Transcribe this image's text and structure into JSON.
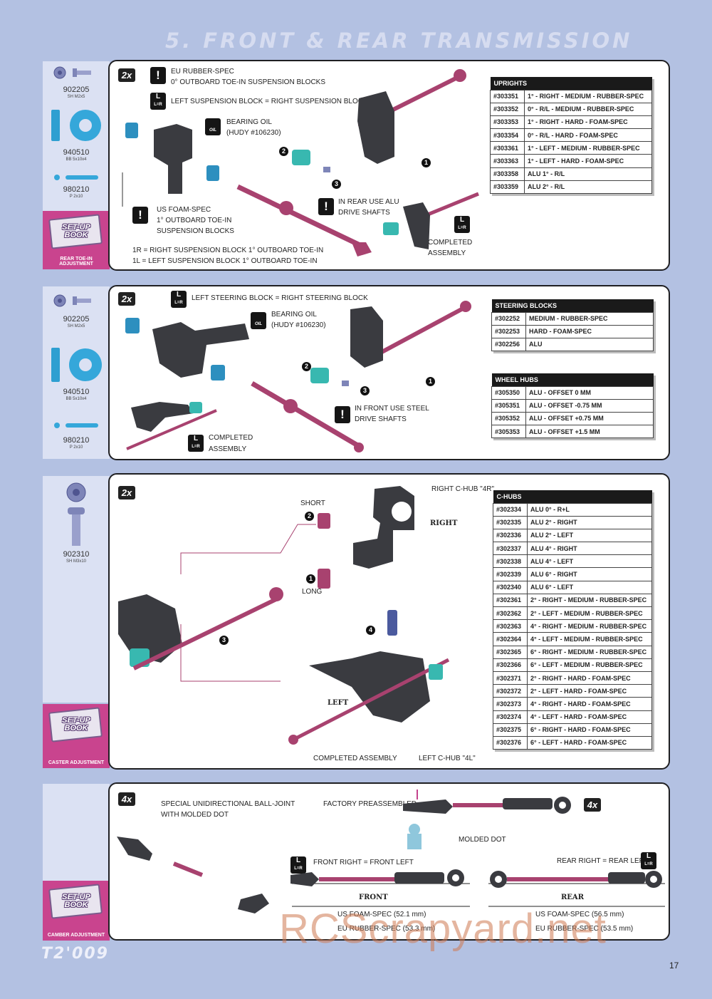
{
  "page": {
    "title": "5. FRONT & REAR TRANSMISSION",
    "page_number": "17",
    "logo": "T2'009",
    "watermark": "RCScrapyard.net"
  },
  "section1": {
    "qty": "2x",
    "parts": [
      {
        "no": "902205",
        "size": "SH M2x5"
      },
      {
        "no": "940510",
        "size": "BB 5x10x4"
      },
      {
        "no": "980210",
        "size": "P 2x10"
      }
    ],
    "setup_caption": "REAR TOE-IN ADJUSTMENT",
    "setup_book": "SET-UP BOOK",
    "notes": {
      "eu_spec": "EU RUBBER-SPEC",
      "eu_spec2": "0° OUTBOARD TOE-IN SUSPENSION BLOCKS",
      "left_right": "LEFT SUSPENSION BLOCK = RIGHT SUSPENSION BLOCK",
      "oil": "BEARING OIL",
      "oil2": "(HUDY #106230)",
      "us_spec": "US FOAM-SPEC",
      "us_spec2": "1° OUTBOARD TOE-IN",
      "us_spec3": "SUSPENSION BLOCKS",
      "rear_alu": "IN REAR USE ALU",
      "rear_alu2": "DRIVE SHAFTS",
      "completed": "COMPLETED",
      "completed2": "ASSEMBLY",
      "legend1": "1R = RIGHT SUSPENSION BLOCK 1° OUTBOARD TOE-IN",
      "legend2": "1L = LEFT SUSPENSION BLOCK 1° OUTBOARD TOE-IN"
    },
    "table_title": "UPRIGHTS",
    "table": [
      [
        "#303351",
        "1° - RIGHT - MEDIUM - RUBBER-SPEC"
      ],
      [
        "#303352",
        "0° - R/L - MEDIUM - RUBBER-SPEC"
      ],
      [
        "#303353",
        "1° - RIGHT - HARD - FOAM-SPEC"
      ],
      [
        "#303354",
        "0° - R/L - HARD - FOAM-SPEC"
      ],
      [
        "#303361",
        "1° - LEFT - MEDIUM - RUBBER-SPEC"
      ],
      [
        "#303363",
        "1° - LEFT - HARD - FOAM-SPEC"
      ],
      [
        "#303358",
        "ALU 1° - R/L"
      ],
      [
        "#303359",
        "ALU 2° - R/L"
      ]
    ]
  },
  "section2": {
    "qty": "2x",
    "parts": [
      {
        "no": "902205",
        "size": "SH M2x5"
      },
      {
        "no": "940510",
        "size": "BB 5x10x4"
      },
      {
        "no": "980210",
        "size": "P 2x10"
      }
    ],
    "notes": {
      "left_right": "LEFT STEERING BLOCK = RIGHT STEERING BLOCK",
      "oil": "BEARING OIL",
      "oil2": "(HUDY #106230)",
      "front_steel": "IN FRONT USE STEEL",
      "front_steel2": "DRIVE SHAFTS",
      "completed": "COMPLETED",
      "completed2": "ASSEMBLY"
    },
    "table1_title": "STEERING BLOCKS",
    "table1": [
      [
        "#302252",
        "MEDIUM - RUBBER-SPEC"
      ],
      [
        "#302253",
        "HARD - FOAM-SPEC"
      ],
      [
        "#302256",
        "ALU"
      ]
    ],
    "table2_title": "WHEEL HUBS",
    "table2": [
      [
        "#305350",
        "ALU - OFFSET 0 MM"
      ],
      [
        "#305351",
        "ALU - OFFSET -0.75 MM"
      ],
      [
        "#305352",
        "ALU - OFFSET +0.75 MM"
      ],
      [
        "#305353",
        "ALU - OFFSET +1.5 MM"
      ]
    ]
  },
  "section3": {
    "qty": "2x",
    "parts": [
      {
        "no": "902310",
        "size": "SH M3x10"
      }
    ],
    "setup_caption": "CASTER ADJUSTMENT",
    "setup_book": "SET-UP BOOK",
    "notes": {
      "right_chub": "RIGHT C-HUB \"4R\"",
      "right": "RIGHT",
      "short": "SHORT",
      "long": "LONG",
      "left": "LEFT",
      "completed": "COMPLETED ASSEMBLY",
      "left_chub": "LEFT C-HUB \"4L\""
    },
    "table_title": "C-HUBS",
    "table": [
      [
        "#302334",
        "ALU 0° - R+L"
      ],
      [
        "#302335",
        "ALU 2° - RIGHT"
      ],
      [
        "#302336",
        "ALU 2° - LEFT"
      ],
      [
        "#302337",
        "ALU 4° - RIGHT"
      ],
      [
        "#302338",
        "ALU 4° - LEFT"
      ],
      [
        "#302339",
        "ALU 6° - RIGHT"
      ],
      [
        "#302340",
        "ALU 6° - LEFT"
      ],
      [
        "#302361",
        "2° - RIGHT - MEDIUM - RUBBER-SPEC"
      ],
      [
        "#302362",
        "2° - LEFT - MEDIUM - RUBBER-SPEC"
      ],
      [
        "#302363",
        "4° - RIGHT - MEDIUM - RUBBER-SPEC"
      ],
      [
        "#302364",
        "4° - LEFT - MEDIUM - RUBBER-SPEC"
      ],
      [
        "#302365",
        "6° - RIGHT - MEDIUM - RUBBER-SPEC"
      ],
      [
        "#302366",
        "6° - LEFT - MEDIUM - RUBBER-SPEC"
      ],
      [
        "#302371",
        "2° - RIGHT - HARD - FOAM-SPEC"
      ],
      [
        "#302372",
        "2° - LEFT - HARD - FOAM-SPEC"
      ],
      [
        "#302373",
        "4° - RIGHT - HARD - FOAM-SPEC"
      ],
      [
        "#302374",
        "4° - LEFT - HARD - FOAM-SPEC"
      ],
      [
        "#302375",
        "6° - RIGHT - HARD - FOAM-SPEC"
      ],
      [
        "#302376",
        "6° - LEFT - HARD - FOAM-SPEC"
      ]
    ]
  },
  "section4": {
    "qty": "4x",
    "qty2": "4x",
    "setup_caption": "CAMBER ADJUSTMENT",
    "setup_book": "SET-UP BOOK",
    "notes": {
      "special": "SPECIAL UNIDIRECTIONAL BALL-JOINT",
      "special2": "WITH MOLDED DOT",
      "factory": "FACTORY PREASSEMBLED",
      "molded": "MOLDED DOT",
      "front_eq": "FRONT RIGHT = FRONT LEFT",
      "rear_eq": "REAR RIGHT = REAR LEFT",
      "front": "FRONT",
      "rear": "REAR",
      "front_us": "US FOAM-SPEC (52.1 mm)",
      "front_eu": "EU RUBBER-SPEC (53.3 mm)",
      "rear_us": "US FOAM-SPEC (56.5 mm)",
      "rear_eu": "EU RUBBER-SPEC (53.5 mm)"
    }
  },
  "icons": {
    "lr_top": "L",
    "lr_bottom": "L=R",
    "oil": "OIL",
    "warn": "!"
  },
  "colors": {
    "background": "#b3c1e2",
    "setup_pink": "#c9448e",
    "shaft": "#a8426f",
    "bearing": "#3fa6d0",
    "nut": "#38b8b0"
  }
}
